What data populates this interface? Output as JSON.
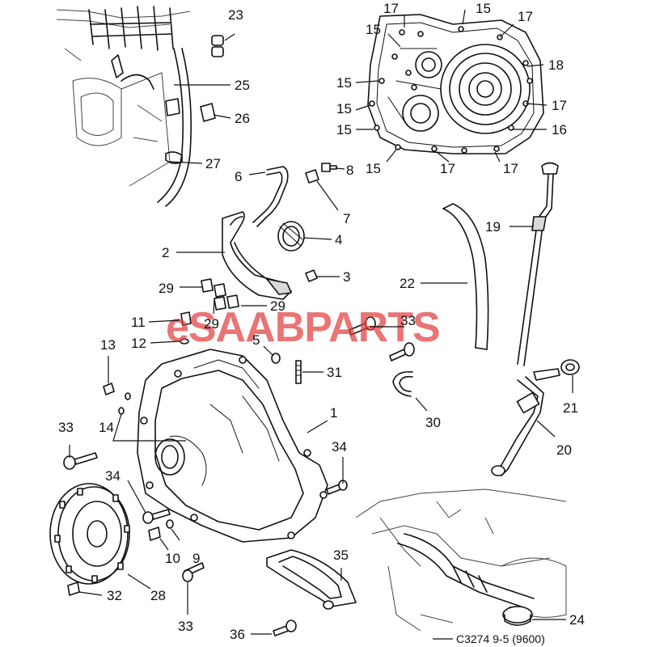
{
  "diagram": {
    "reference_code": "C3274 9-5 (9600)",
    "watermark": "eSAABPARTS",
    "callouts": [
      {
        "id": "c23",
        "label": "23"
      },
      {
        "id": "c25",
        "label": "25"
      },
      {
        "id": "c26",
        "label": "26"
      },
      {
        "id": "c27",
        "label": "27"
      },
      {
        "id": "c6",
        "label": "6"
      },
      {
        "id": "c8",
        "label": "8"
      },
      {
        "id": "c7",
        "label": "7"
      },
      {
        "id": "c4",
        "label": "4"
      },
      {
        "id": "c2",
        "label": "2"
      },
      {
        "id": "c3",
        "label": "3"
      },
      {
        "id": "c29a",
        "label": "29"
      },
      {
        "id": "c29b",
        "label": "29"
      },
      {
        "id": "c29c",
        "label": "29"
      },
      {
        "id": "c11",
        "label": "11"
      },
      {
        "id": "c12",
        "label": "12"
      },
      {
        "id": "c5",
        "label": "5"
      },
      {
        "id": "c33a",
        "label": "33"
      },
      {
        "id": "c13",
        "label": "13"
      },
      {
        "id": "c31",
        "label": "31"
      },
      {
        "id": "c1",
        "label": "1"
      },
      {
        "id": "c14",
        "label": "14"
      },
      {
        "id": "c33b",
        "label": "33"
      },
      {
        "id": "c34a",
        "label": "34"
      },
      {
        "id": "c34b",
        "label": "34"
      },
      {
        "id": "c10",
        "label": "10"
      },
      {
        "id": "c9",
        "label": "9"
      },
      {
        "id": "c32",
        "label": "32"
      },
      {
        "id": "c28",
        "label": "28"
      },
      {
        "id": "c33c",
        "label": "33"
      },
      {
        "id": "c35",
        "label": "35"
      },
      {
        "id": "c36",
        "label": "36"
      },
      {
        "id": "c24",
        "label": "24"
      },
      {
        "id": "c17a",
        "label": "17"
      },
      {
        "id": "c15a",
        "label": "15"
      },
      {
        "id": "c17b",
        "label": "17"
      },
      {
        "id": "c15b",
        "label": "15"
      },
      {
        "id": "c18",
        "label": "18"
      },
      {
        "id": "c15c",
        "label": "15"
      },
      {
        "id": "c17c",
        "label": "17"
      },
      {
        "id": "c15d",
        "label": "15"
      },
      {
        "id": "c16",
        "label": "16"
      },
      {
        "id": "c15e",
        "label": "15"
      },
      {
        "id": "c15f",
        "label": "15"
      },
      {
        "id": "c17d",
        "label": "17"
      },
      {
        "id": "c17e",
        "label": "17"
      },
      {
        "id": "c19",
        "label": "19"
      },
      {
        "id": "c22",
        "label": "22"
      },
      {
        "id": "c30",
        "label": "30"
      },
      {
        "id": "c21",
        "label": "21"
      },
      {
        "id": "c20",
        "label": "20"
      }
    ]
  },
  "colors": {
    "line": "#111111",
    "watermark": "#e03a3a",
    "background": "#ffffff"
  }
}
